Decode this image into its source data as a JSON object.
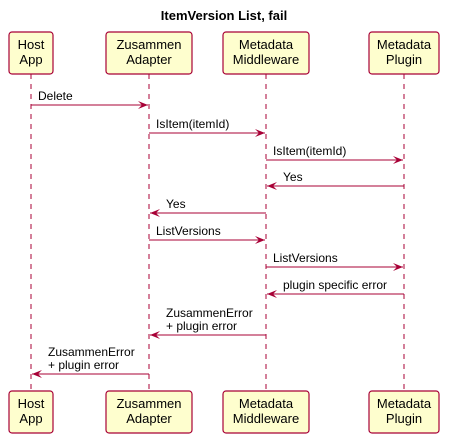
{
  "diagram": {
    "title": "ItemVersion List, fail",
    "participants": [
      {
        "id": "host",
        "lines": [
          "Host",
          "App"
        ]
      },
      {
        "id": "adapter",
        "lines": [
          "Zusammen",
          "Adapter"
        ]
      },
      {
        "id": "middleware",
        "lines": [
          "Metadata",
          "Middleware"
        ]
      },
      {
        "id": "plugin",
        "lines": [
          "Metadata",
          "Plugin"
        ]
      }
    ],
    "messages": [
      {
        "from": "host",
        "to": "adapter",
        "lines": [
          "Delete"
        ]
      },
      {
        "from": "adapter",
        "to": "middleware",
        "lines": [
          "IsItem(itemId)"
        ]
      },
      {
        "from": "middleware",
        "to": "plugin",
        "lines": [
          "IsItem(itemId)"
        ]
      },
      {
        "from": "plugin",
        "to": "middleware",
        "lines": [
          "Yes"
        ]
      },
      {
        "from": "middleware",
        "to": "adapter",
        "lines": [
          "Yes"
        ]
      },
      {
        "from": "adapter",
        "to": "middleware",
        "lines": [
          "ListVersions"
        ]
      },
      {
        "from": "middleware",
        "to": "plugin",
        "lines": [
          "ListVersions"
        ]
      },
      {
        "from": "plugin",
        "to": "middleware",
        "lines": [
          "plugin specific error"
        ]
      },
      {
        "from": "middleware",
        "to": "adapter",
        "lines": [
          "ZusammenError",
          "+ plugin error"
        ]
      },
      {
        "from": "adapter",
        "to": "host",
        "lines": [
          "ZusammenError",
          "+ plugin error"
        ]
      }
    ],
    "colors": {
      "participant_fill": "#FEFECE",
      "line_color": "#A80036",
      "text_color": "#000000"
    }
  }
}
